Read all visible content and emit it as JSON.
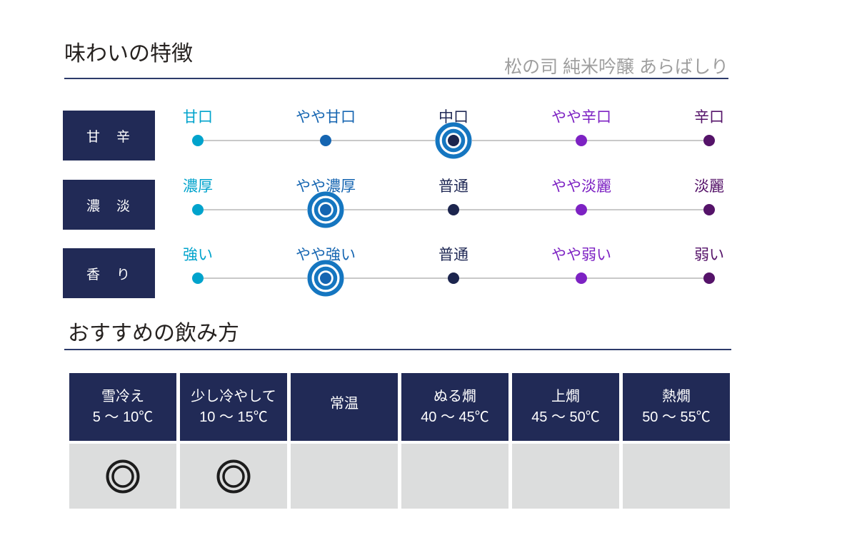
{
  "header": {
    "title": "味わいの特徴",
    "product": "松の司 純米吟醸 あらばしり"
  },
  "serving": {
    "title": "おすすめの飲み方"
  },
  "colors": {
    "navy": "#212a56",
    "cyan": "#00a3cc",
    "blue": "#1565b1",
    "purple": "#7d22c3",
    "dark_purple": "#551369",
    "bullseye_ring_blue": "#1576c0",
    "track_gray": "#c9c9c9",
    "table_cell_gray": "#dcdddd",
    "product_gray": "#9e9e9e",
    "rule_navy": "#2c3a6a",
    "mark_black": "#1c1c1c"
  },
  "chart_data": [
    {
      "type": "scatter",
      "subtype": "dot-scale-rating",
      "title": "味わいの特徴",
      "subtitle": "松の司 純米吟醸 あらばしり",
      "point_colors": [
        "#00a3cc",
        "#1565b1",
        "#1c254e",
        "#7d22c3",
        "#551369"
      ],
      "rows": [
        {
          "label": "甘　辛",
          "options": [
            "甘口",
            "やや甘口",
            "中口",
            "やや辛口",
            "辛口"
          ],
          "selected": "中口",
          "selected_index": 2
        },
        {
          "label": "濃　淡",
          "options": [
            "濃厚",
            "やや濃厚",
            "普通",
            "やや淡麗",
            "淡麗"
          ],
          "selected": "やや濃厚",
          "selected_index": 1
        },
        {
          "label": "香　り",
          "options": [
            "強い",
            "やや強い",
            "普通",
            "やや弱い",
            "弱い"
          ],
          "selected": "やや強い",
          "selected_index": 1
        }
      ]
    },
    {
      "type": "table",
      "title": "おすすめの飲み方",
      "mark": "◎",
      "columns": [
        {
          "name": "雪冷え",
          "temp": "5 ～ 10℃",
          "recommended": true
        },
        {
          "name": "少し冷やして",
          "temp": "10 ～ 15℃",
          "recommended": true
        },
        {
          "name": "常温",
          "temp": "",
          "recommended": false
        },
        {
          "name": "ぬる燗",
          "temp": "40 ～ 45℃",
          "recommended": false
        },
        {
          "name": "上燗",
          "temp": "45 ～ 50℃",
          "recommended": false
        },
        {
          "name": "熱燗",
          "temp": "50 ～ 55℃",
          "recommended": false
        }
      ]
    }
  ]
}
